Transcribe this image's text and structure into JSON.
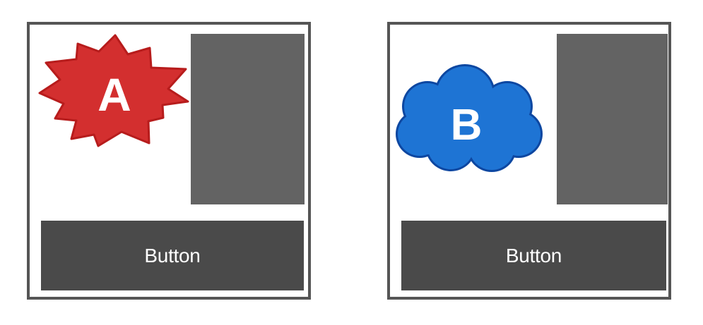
{
  "panels": [
    {
      "badge": {
        "letter": "A",
        "shape": "starburst",
        "color": "#d32f2f",
        "stroke": "#b71c1c"
      },
      "button_label": "Button"
    },
    {
      "badge": {
        "letter": "B",
        "shape": "cloud",
        "color": "#1e74d4",
        "stroke": "#0d47a1"
      },
      "button_label": "Button"
    }
  ],
  "colors": {
    "frame_border": "#555555",
    "content_block": "#636363",
    "button_bg": "#4a4a4a",
    "button_text": "#ffffff"
  }
}
